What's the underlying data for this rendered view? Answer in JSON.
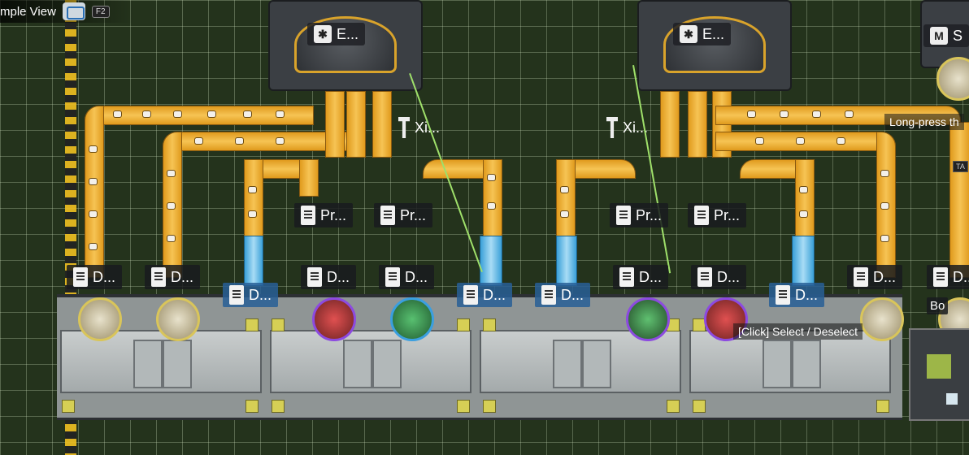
{
  "top_bar": {
    "title": "mple View",
    "hotkey": "F2"
  },
  "machines": [
    {
      "label": "E..."
    },
    {
      "label": "E..."
    },
    {
      "label": "S"
    }
  ],
  "relays": [
    {
      "label": "Xi..."
    },
    {
      "label": "Xi..."
    }
  ],
  "processors": [
    {
      "label": "Pr..."
    },
    {
      "label": "Pr..."
    },
    {
      "label": "Pr..."
    },
    {
      "label": "Pr..."
    }
  ],
  "depot_ports": [
    {
      "label": "D..."
    },
    {
      "label": "D..."
    },
    {
      "label": "D..."
    },
    {
      "label": "D..."
    },
    {
      "label": "D..."
    },
    {
      "label": "D..."
    },
    {
      "label": "D..."
    },
    {
      "label": "D..."
    },
    {
      "label": "D..."
    },
    {
      "label": "D..."
    },
    {
      "label": "D..."
    },
    {
      "label": "D..."
    }
  ],
  "side_labels": {
    "long_press": "Long-press th",
    "tag": "TA",
    "bo": "Bo"
  },
  "hint": {
    "text": "[Click] Select / Deselect"
  }
}
